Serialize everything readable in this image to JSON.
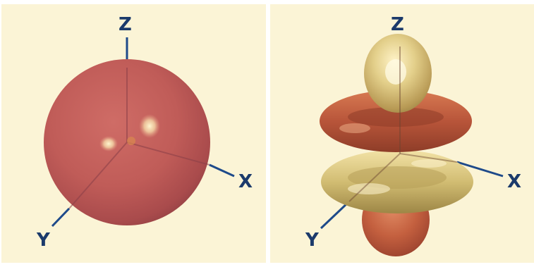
{
  "panels": [
    {
      "axes": {
        "z": "Z",
        "x": "X",
        "y": "Y"
      }
    },
    {
      "axes": {
        "z": "Z",
        "x": "X",
        "y": "Y"
      }
    }
  ]
}
